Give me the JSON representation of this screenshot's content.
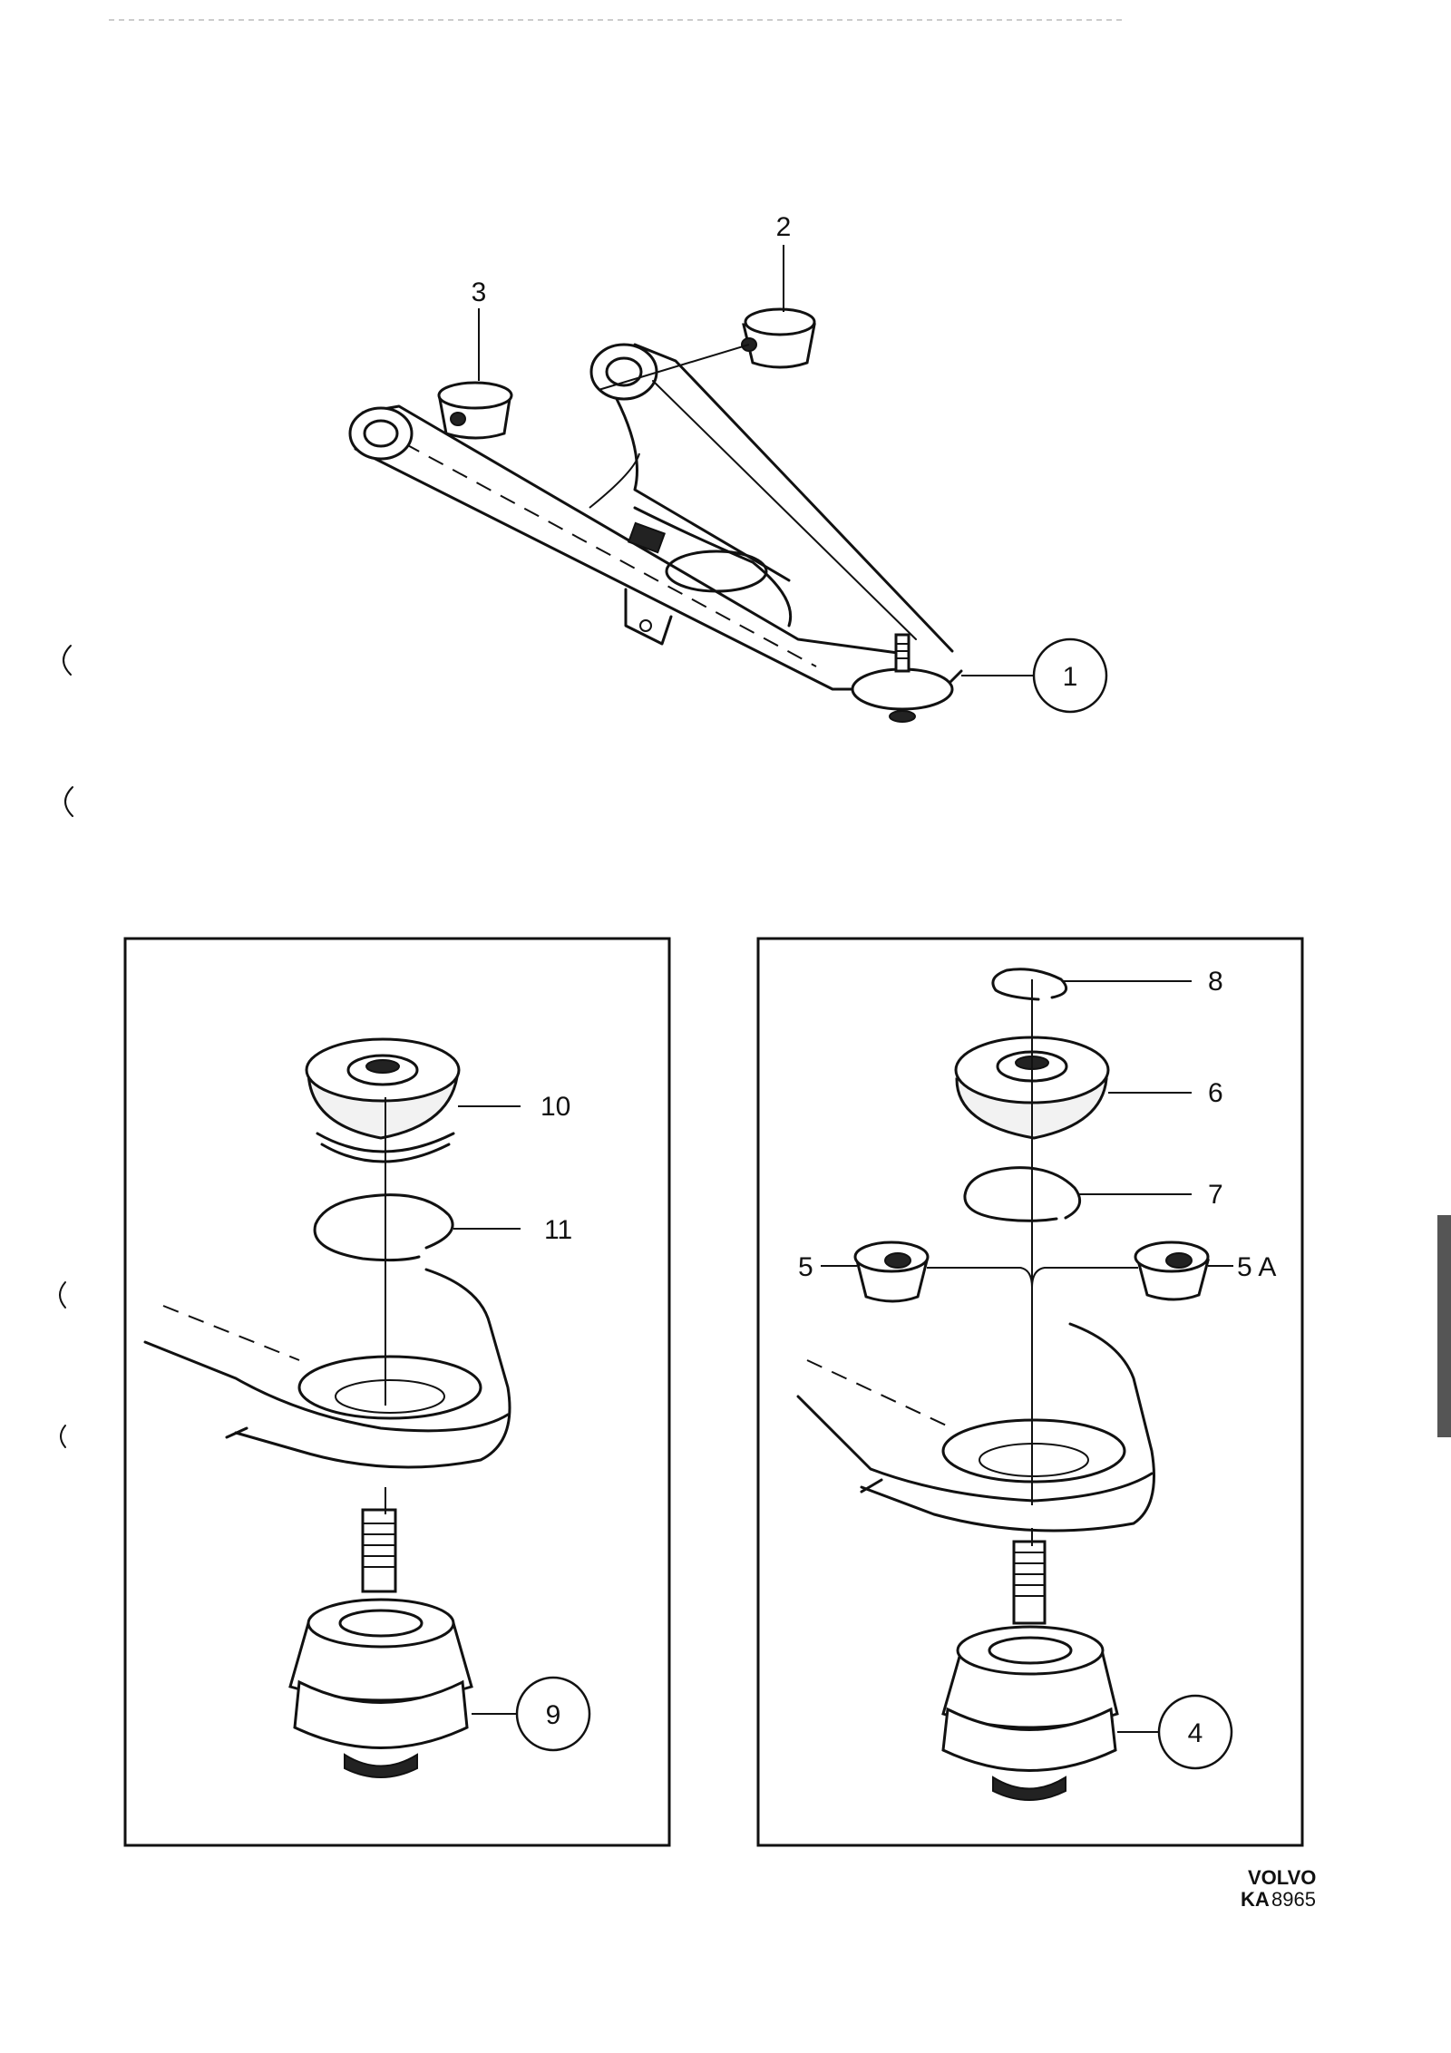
{
  "callouts": {
    "c1": "1",
    "c2": "2",
    "c3": "3",
    "c4": "4",
    "c5": "5",
    "c5a": "5 A",
    "c6": "6",
    "c7": "7",
    "c8": "8",
    "c9": "9",
    "c10": "10",
    "c11": "11"
  },
  "brand": {
    "name": "VOLVO",
    "code_prefix": "KA",
    "code_number": "8965"
  }
}
